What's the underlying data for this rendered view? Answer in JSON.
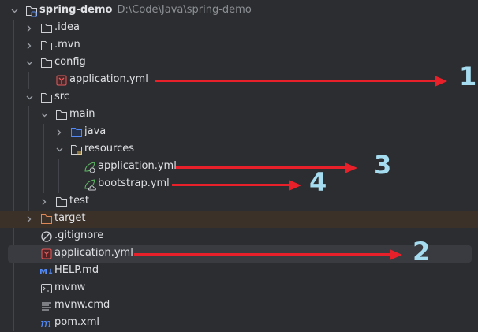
{
  "project": {
    "name": "spring-demo",
    "path": "D:\\Code\\Java\\spring-demo"
  },
  "tree": [
    {
      "label": ".idea"
    },
    {
      "label": ".mvn"
    },
    {
      "label": "config"
    },
    {
      "label": "application.yml"
    },
    {
      "label": "src"
    },
    {
      "label": "main"
    },
    {
      "label": "java"
    },
    {
      "label": "resources"
    },
    {
      "label": "application.yml"
    },
    {
      "label": "bootstrap.yml"
    },
    {
      "label": "test"
    },
    {
      "label": "target"
    },
    {
      "label": ".gitignore"
    },
    {
      "label": "application.yml"
    },
    {
      "label": "HELP.md"
    },
    {
      "label": "mvnw"
    },
    {
      "label": "mvnw.cmd"
    },
    {
      "label": "pom.xml"
    }
  ],
  "annotations": [
    "1",
    "2",
    "3",
    "4"
  ],
  "colors": {
    "background": "#2b2d30",
    "arrow": "#e8202a",
    "annotation": "#a6dcef",
    "selected": "#393b40",
    "excluded": "#3b3128"
  }
}
